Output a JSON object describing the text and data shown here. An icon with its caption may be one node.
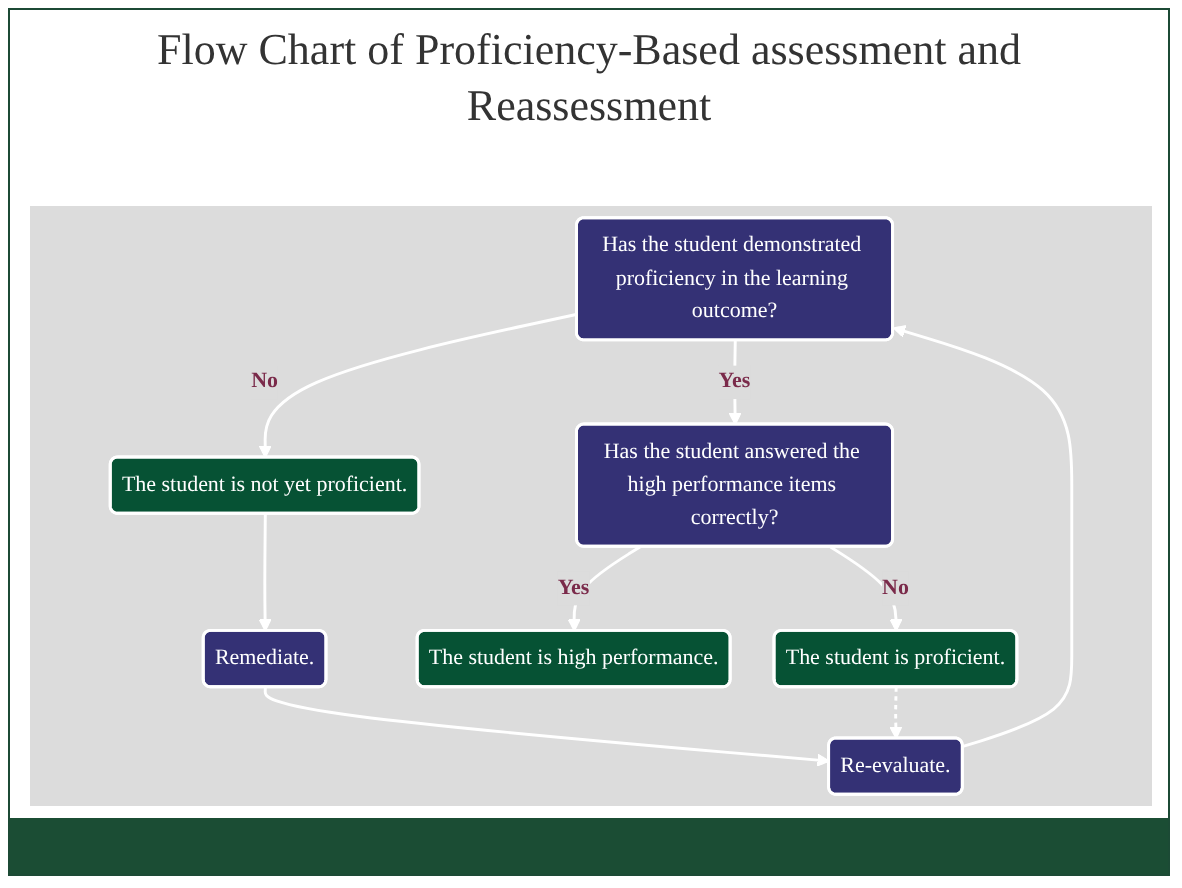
{
  "diagram": {
    "title": "Flow Chart of Proficiency-Based assessment and Reassessment",
    "nodes": [
      {
        "text": [
          "Has the student demonstrated proficiency in the learning outcome?"
        ]
      },
      {
        "text": [
          "The student is not yet proficient."
        ]
      },
      {
        "text": [
          "Has the student answered the high performance items correctly?"
        ]
      },
      {
        "text": [
          "Remediate."
        ]
      },
      {
        "text": [
          "The student is high performance."
        ]
      },
      {
        "text": [
          "The student is proficient."
        ]
      },
      {
        "text": [
          "Re-evaluate."
        ]
      }
    ],
    "edges": [
      {
        "from": 0,
        "to": 1,
        "arrow": "to",
        "label": "No"
      },
      {
        "from": 0,
        "to": 2,
        "arrow": "to",
        "label": "Yes"
      },
      {
        "from": 1,
        "to": 3,
        "arrow": "to"
      },
      {
        "from": 3,
        "to": 6,
        "arrow": "to"
      },
      {
        "from": 2,
        "to": 4,
        "arrow": "to",
        "label": "Yes"
      },
      {
        "from": 2,
        "to": 5,
        "arrow": "to",
        "label": "No"
      },
      {
        "from": 5,
        "to": 6,
        "arrow": "to",
        "style": "dashed"
      },
      {
        "from": 6,
        "to": 0,
        "arrow": "to"
      }
    ]
  }
}
